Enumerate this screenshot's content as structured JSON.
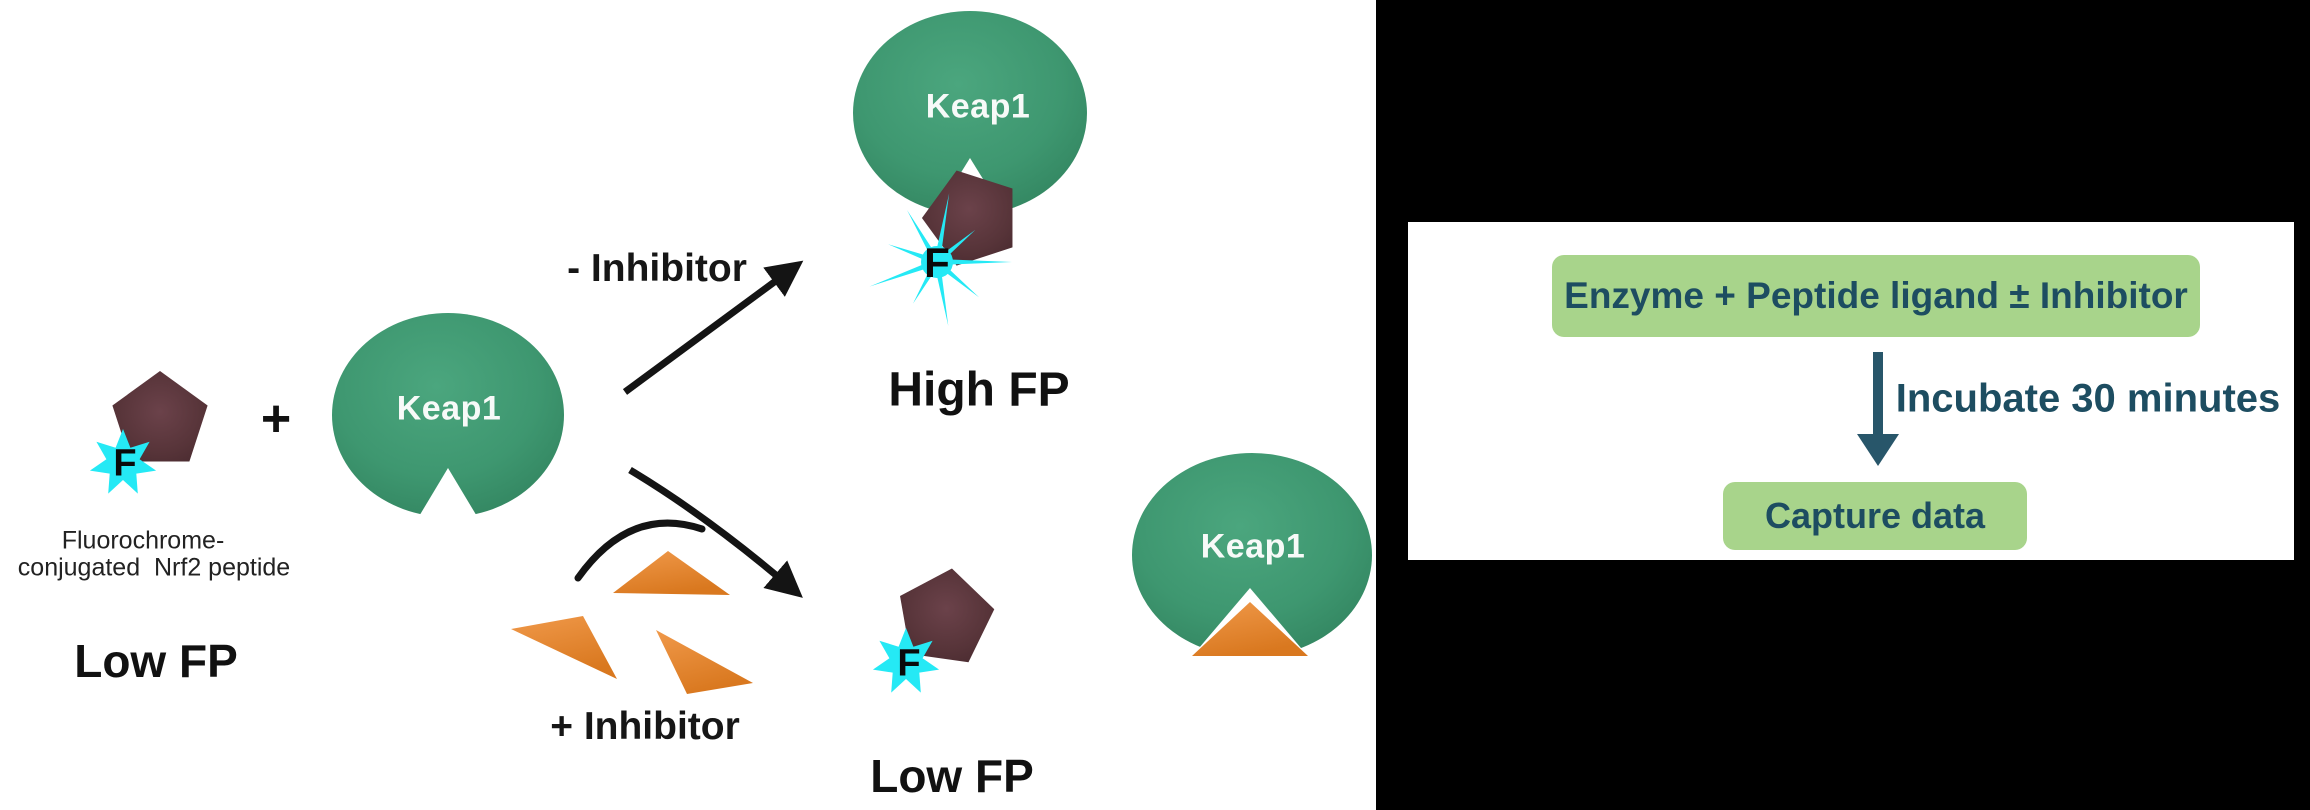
{
  "figure_title": "Keap1-Nrf2 fluorescence polarization assay schematic",
  "colors": {
    "keap1_green": "#3E9770",
    "keap1_green_dark": "#2E7E5C",
    "peptide_maroon": "#573439",
    "fluorophore_cyan": "#25E9F5",
    "inhibitor_orange": "#E8862F",
    "arrow_black": "#141414",
    "flow_box_green": "#A8D48B",
    "flow_text_teal": "#1D4D61",
    "flow_arrow_teal": "#28566A",
    "right_panel_background": "#000000"
  },
  "fp_diagram": {
    "reagent_line1": "Fluorochrome-",
    "reagent_line2": "conjugated  Nrf2 peptide",
    "low_fp_label": "Low FP",
    "plus_sign": "+",
    "keap1_free_label": "Keap1",
    "keap1_bound_label": "Keap1",
    "keap1_inhibited_label": "Keap1",
    "fluorophore_letter_free": "F",
    "fluorophore_letter_bound": "F",
    "fluorophore_letter_displaced": "F",
    "no_inhibitor_label": "- Inhibitor",
    "with_inhibitor_label": "+ Inhibitor",
    "high_fp_label": "High FP",
    "low_fp_result_label": "Low FP"
  },
  "workflow": {
    "step1_label": "Enzyme + Peptide ligand ± Inhibitor",
    "incubation_label": "Incubate 30 minutes",
    "step2_label": "Capture data"
  }
}
